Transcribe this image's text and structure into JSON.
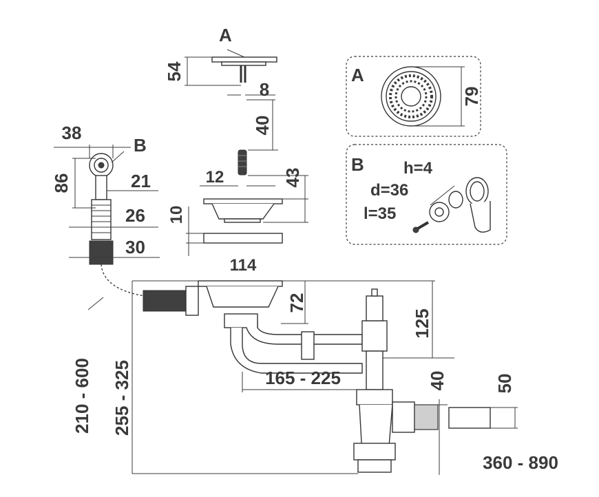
{
  "callouts": {
    "a": "A",
    "b": "B"
  },
  "strainer_a": {
    "h": "54",
    "stem": "8"
  },
  "stopper": {
    "len": "40",
    "dia": "12",
    "total": "43"
  },
  "basket": {
    "ring": "10",
    "top": "114",
    "depth": "72"
  },
  "overflow": {
    "w": "38",
    "h": "86",
    "d1": "21",
    "d2": "26",
    "d3": "30",
    "hose": "210 - 600"
  },
  "trap": {
    "height": "255 - 325",
    "offset": "165 - 225",
    "up": "125",
    "outlet": "40",
    "end": "50",
    "length": "360 - 890"
  },
  "detail_a": {
    "label": "A",
    "dia": "79"
  },
  "detail_b": {
    "label": "B",
    "h": "h=4",
    "d": "d=36",
    "l": "l=35"
  },
  "colors": {
    "line": "#3a3a3a",
    "dark_part": "#404040",
    "light_part": "#cfcfcf"
  }
}
